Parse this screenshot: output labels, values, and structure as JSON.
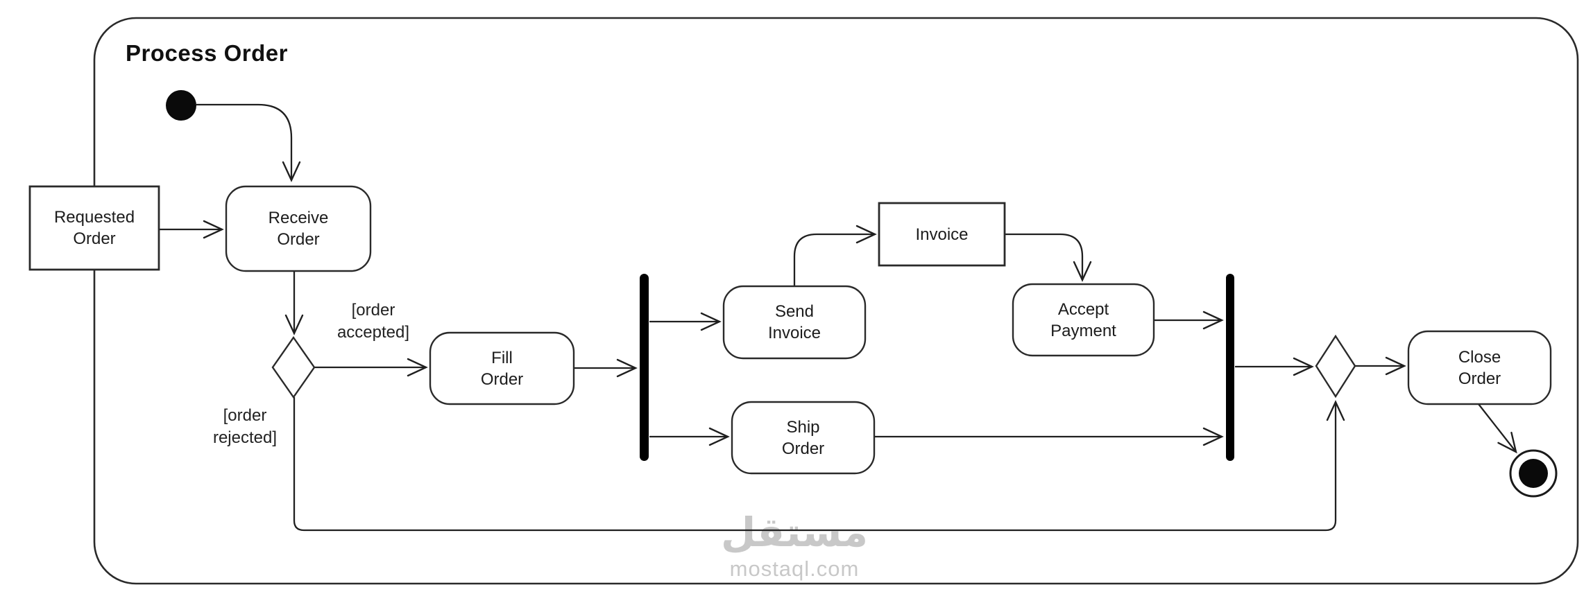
{
  "diagram": {
    "title": "Process Order"
  },
  "nodes": {
    "initial": {
      "name": "initial-node"
    },
    "requested_order": {
      "label": "Requested\nOrder",
      "shape": "rectangle"
    },
    "receive_order": {
      "label": "Receive\nOrder",
      "shape": "rounded"
    },
    "decision": {
      "name": "decision-diamond"
    },
    "fill_order": {
      "label": "Fill\nOrder",
      "shape": "rounded"
    },
    "fork_bar": {
      "name": "fork-bar"
    },
    "send_invoice": {
      "label": "Send\nInvoice",
      "shape": "rounded"
    },
    "invoice": {
      "label": "Invoice",
      "shape": "rectangle"
    },
    "accept_payment": {
      "label": "Accept\nPayment",
      "shape": "rounded"
    },
    "ship_order": {
      "label": "Ship\nOrder",
      "shape": "rounded"
    },
    "join_bar": {
      "name": "join-bar"
    },
    "merge": {
      "name": "merge-diamond"
    },
    "close_order": {
      "label": "Close\nOrder",
      "shape": "rounded"
    },
    "final": {
      "name": "final-node"
    }
  },
  "guards": {
    "accepted": "[order\naccepted]",
    "rejected": "[order\nrejected]"
  },
  "edges": [
    {
      "from": "initial",
      "to": "receive_order"
    },
    {
      "from": "requested_order",
      "to": "receive_order"
    },
    {
      "from": "receive_order",
      "to": "decision"
    },
    {
      "from": "decision",
      "to": "fill_order",
      "guard": "[order accepted]"
    },
    {
      "from": "decision",
      "to": "merge",
      "guard": "[order rejected]"
    },
    {
      "from": "fill_order",
      "to": "fork_bar"
    },
    {
      "from": "fork_bar",
      "to": "send_invoice"
    },
    {
      "from": "fork_bar",
      "to": "ship_order"
    },
    {
      "from": "send_invoice",
      "to": "invoice"
    },
    {
      "from": "invoice",
      "to": "accept_payment"
    },
    {
      "from": "accept_payment",
      "to": "join_bar"
    },
    {
      "from": "ship_order",
      "to": "join_bar"
    },
    {
      "from": "join_bar",
      "to": "merge"
    },
    {
      "from": "merge",
      "to": "close_order"
    },
    {
      "from": "close_order",
      "to": "final"
    }
  ],
  "watermark": {
    "arabic": "مستقل",
    "latin": "mostaql.com"
  },
  "colors": {
    "line": "#1f1f1f",
    "node_fill": "#ffffff",
    "bar_fill": "#000000",
    "watermark": "#c8c8c8",
    "background": "#ffffff"
  }
}
